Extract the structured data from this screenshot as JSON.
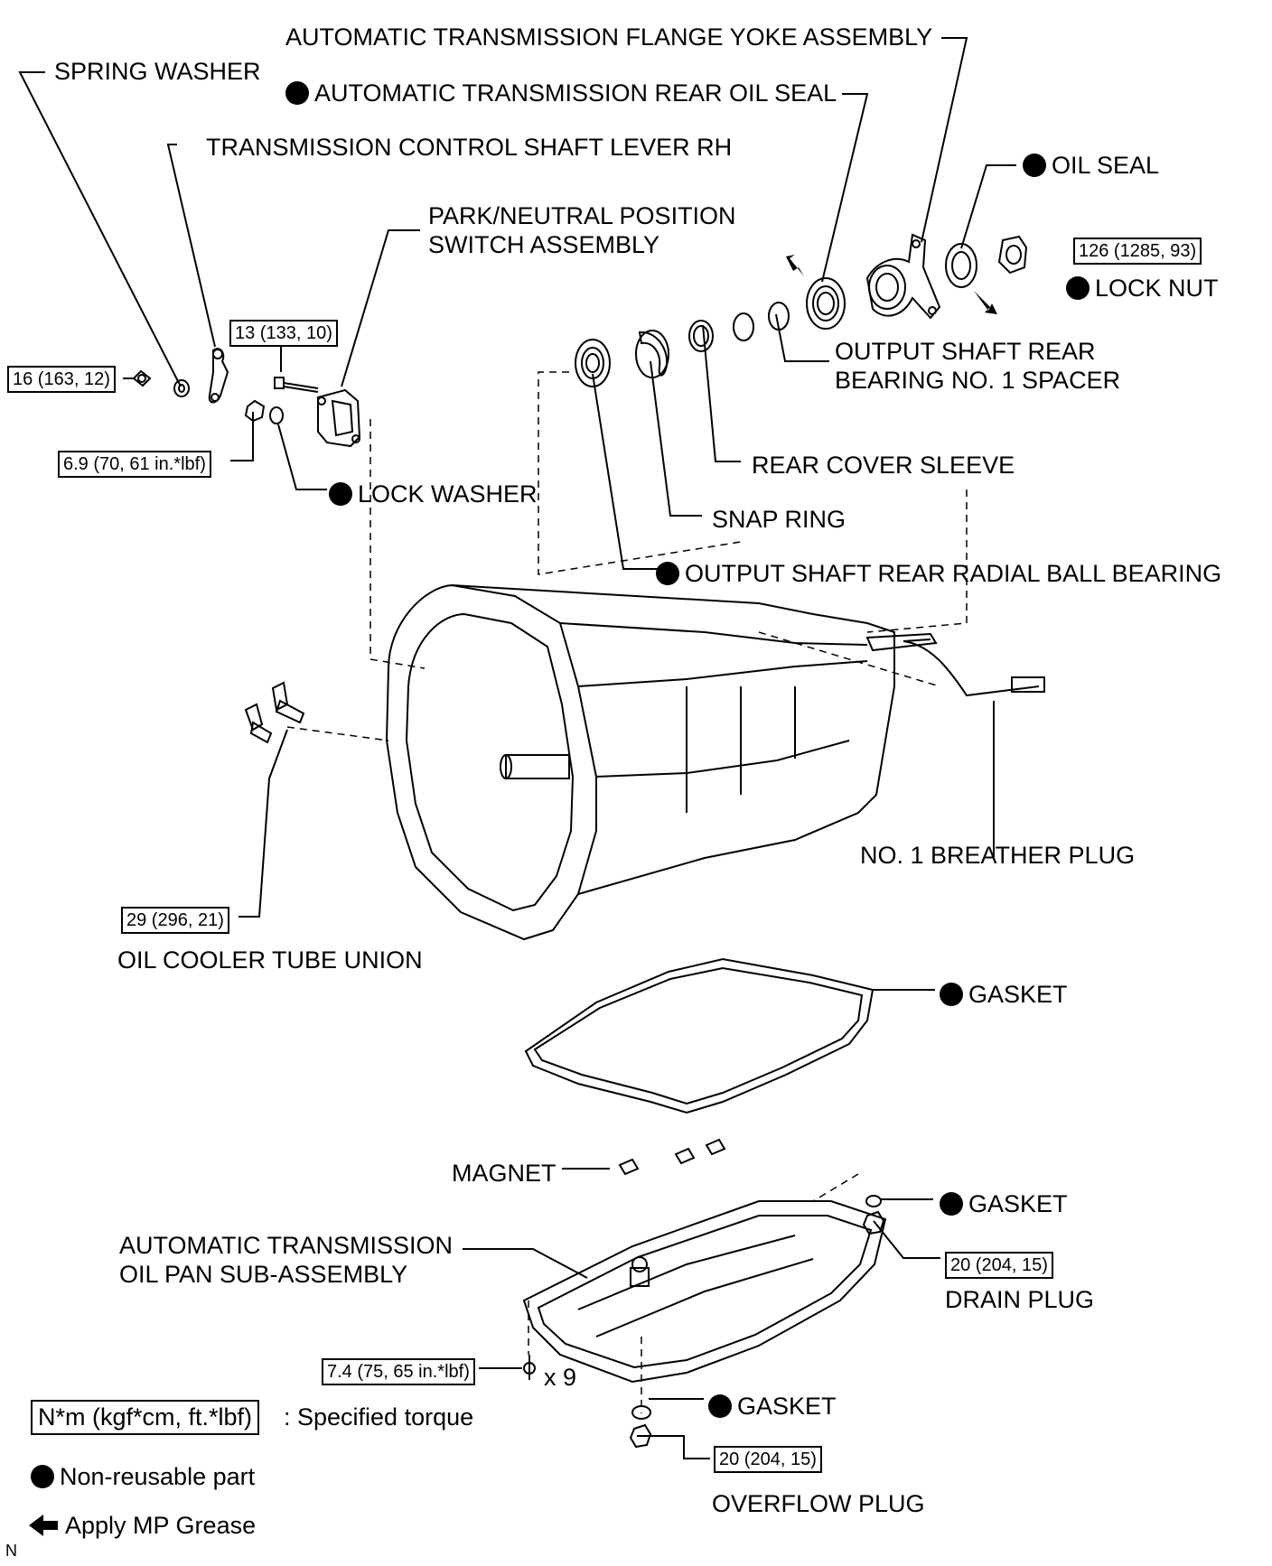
{
  "labels": {
    "flange_yoke": "AUTOMATIC TRANSMISSION FLANGE YOKE ASSEMBLY",
    "spring_washer": "SPRING WASHER",
    "rear_oil_seal": "AUTOMATIC TRANSMISSION REAR OIL SEAL",
    "control_lever": "TRANSMISSION CONTROL SHAFT LEVER RH",
    "oil_seal": "OIL SEAL",
    "park_neutral_1": "PARK/NEUTRAL POSITION",
    "park_neutral_2": "SWITCH ASSEMBLY",
    "lock_nut": "LOCK NUT",
    "spacer_1": "OUTPUT SHAFT REAR",
    "spacer_2": "BEARING NO. 1 SPACER",
    "rear_cover_sleeve": "REAR COVER SLEEVE",
    "lock_washer": "LOCK WASHER",
    "snap_ring": "SNAP RING",
    "ball_bearing": "OUTPUT SHAFT REAR RADIAL BALL BEARING",
    "breather_plug": "NO. 1 BREATHER PLUG",
    "cooler_union": "OIL COOLER TUBE UNION",
    "gasket_pan": "GASKET",
    "magnet": "MAGNET",
    "gasket_drain": "GASKET",
    "oil_pan_1": "AUTOMATIC TRANSMISSION",
    "oil_pan_2": "OIL PAN SUB-ASSEMBLY",
    "drain_plug": "DRAIN PLUG",
    "times_nine": "x 9",
    "gasket_overflow": "GASKET",
    "overflow_plug": "OVERFLOW PLUG",
    "corner_n": "N"
  },
  "torques": {
    "lock_nut": "126 (1285, 93)",
    "switch_bolt": "13 (133, 10)",
    "lever_nut": "16 (163, 12)",
    "switch_nut": "6.9 (70, 61 in.*lbf)",
    "cooler_union": "29 (296, 21)",
    "drain_plug": "20 (204, 15)",
    "pan_bolt": "7.4 (75, 65 in.*lbf)",
    "overflow_plug": "20 (204, 15)"
  },
  "legend": {
    "torque_unit": "N*m (kgf*cm, ft.*lbf)",
    "torque_desc": ": Specified torque",
    "non_reusable": "Non-reusable part",
    "mp_grease": "Apply MP Grease"
  },
  "colors": {
    "ink": "#000000",
    "paper": "#ffffff"
  }
}
